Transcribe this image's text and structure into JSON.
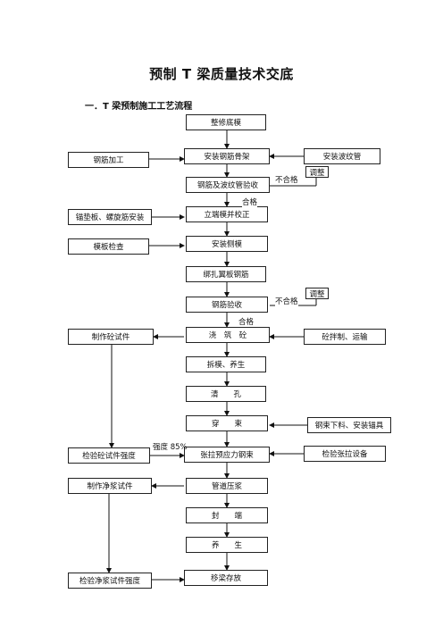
{
  "title": "预制 T 梁质量技术交底",
  "section_heading": "一．T 梁预制施工工艺流程",
  "main_steps": [
    "整修底模",
    "安装钢筋骨架",
    "钢筋及波纹管验收",
    "立端模并校正",
    "安装侧模",
    "绑扎翼板钢筋",
    "钢筋验收",
    "浇　筑　砼",
    "拆模、养生",
    "清　　孔",
    "穿　　束",
    "张拉预应力钢束",
    "管道压浆",
    "封　　端",
    "养　　生",
    "移梁存放"
  ],
  "left_steps": [
    "钢筋加工",
    "锚垫板、螺旋筋安装",
    "模板检查",
    "制作砼试件",
    "检验砼试件强度",
    "制作净浆试件",
    "检验净浆试件强度"
  ],
  "right_steps": [
    "安装波纹管",
    "砼拌制、运输",
    "钢束下料、安装锚具",
    "检验张拉设备"
  ],
  "labels": {
    "fail_1": "不合格",
    "adjust_1": "调整",
    "pass_1": "合格",
    "fail_2": "不合格",
    "adjust_2": "调整",
    "pass_2": "合格",
    "strength": "强度 85%"
  }
}
